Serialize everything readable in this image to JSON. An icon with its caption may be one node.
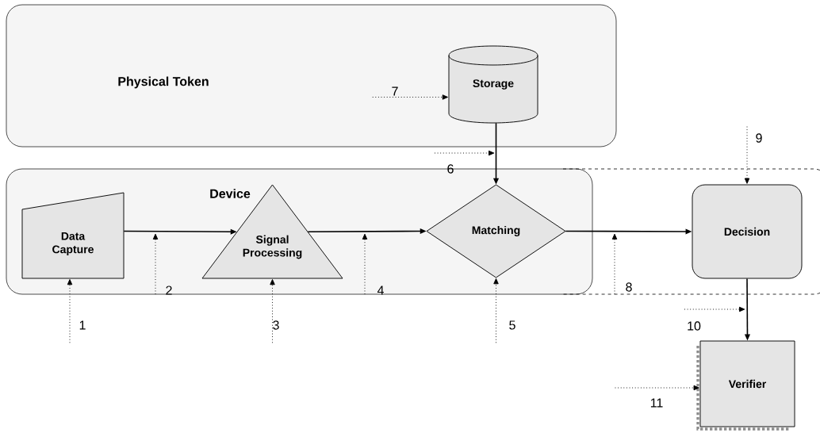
{
  "diagram": {
    "nodes": [
      {
        "text": [
          "Physical Token"
        ]
      },
      {
        "text": [
          "Storage"
        ],
        "in": 0
      },
      {
        "text": [
          "Device"
        ]
      },
      {
        "text": [
          "Data Capture"
        ],
        "in": 2
      },
      {
        "text": [
          "Signal Processing"
        ],
        "in": 2
      },
      {
        "text": [
          "Matching"
        ],
        "in": 2
      },
      {
        "text": [
          "Decision"
        ]
      },
      {
        "text": [
          "Verifier"
        ]
      }
    ],
    "edges": [
      {
        "from": 3,
        "to": 4,
        "arrow": "to"
      },
      {
        "from": 4,
        "to": 5,
        "arrow": "to"
      },
      {
        "from": 5,
        "to": 6,
        "arrow": "to"
      },
      {
        "from": 1,
        "to": 5,
        "arrow": "to"
      },
      {
        "from": 6,
        "to": 7,
        "arrow": "to"
      },
      {
        "from": null,
        "to": 3,
        "arrow": "to",
        "style": "dashed"
      },
      {
        "from": null,
        "to": 4,
        "arrow": "to",
        "style": "dashed"
      },
      {
        "from": null,
        "to": 5,
        "arrow": "to",
        "style": "dashed"
      },
      {
        "from": null,
        "to": 1,
        "arrow": "to",
        "style": "dashed"
      },
      {
        "from": null,
        "to": 6,
        "arrow": "to",
        "style": "dashed"
      },
      {
        "from": null,
        "to": 7,
        "arrow": "to",
        "style": "dashed"
      }
    ],
    "labels": [
      "1",
      "2",
      "3",
      "4",
      "5",
      "6",
      "7",
      "8",
      "9",
      "10",
      "11"
    ]
  }
}
